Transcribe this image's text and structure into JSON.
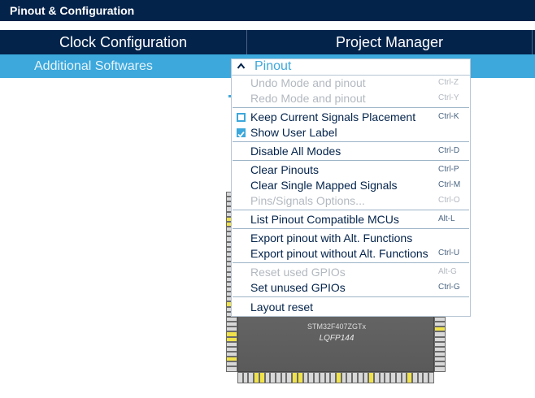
{
  "title": "Pinout & Configuration",
  "tabs": [
    {
      "label": "Clock Configuration"
    },
    {
      "label": "Project Manager"
    }
  ],
  "subbar": {
    "item": "Additional Softwares"
  },
  "chip": {
    "name": "STM32F407ZGTx",
    "package": "LQFP144"
  },
  "menu": {
    "title": "Pinout",
    "items": [
      {
        "label": "Undo Mode and pinout",
        "shortcut": "Ctrl-Z",
        "enabled": false
      },
      {
        "label": "Redo Mode and pinout",
        "shortcut": "Ctrl-Y",
        "enabled": false
      },
      {
        "label": "Keep Current Signals Placement",
        "shortcut": "Ctrl-K",
        "enabled": true,
        "checked": false
      },
      {
        "label": "Show User Label",
        "shortcut": "",
        "enabled": true,
        "checked": true
      },
      {
        "label": "Disable All Modes",
        "shortcut": "Ctrl-D",
        "enabled": true
      },
      {
        "label": "Clear Pinouts",
        "shortcut": "Ctrl-P",
        "enabled": true
      },
      {
        "label": "Clear Single Mapped Signals",
        "shortcut": "Ctrl-M",
        "enabled": true
      },
      {
        "label": "Pins/Signals Options...",
        "shortcut": "Ctrl-O",
        "enabled": false
      },
      {
        "label": "List Pinout Compatible MCUs",
        "shortcut": "Alt-L",
        "enabled": true
      },
      {
        "label": "Export pinout with Alt. Functions",
        "shortcut": "",
        "enabled": true
      },
      {
        "label": "Export pinout without Alt. Functions",
        "shortcut": "Ctrl-U",
        "enabled": true
      },
      {
        "label": "Reset used GPIOs",
        "shortcut": "Alt-G",
        "enabled": false
      },
      {
        "label": "Set unused GPIOs",
        "shortcut": "Ctrl-G",
        "enabled": true
      },
      {
        "label": "Layout reset",
        "shortcut": "",
        "enabled": true
      }
    ]
  },
  "colors": {
    "header": "#03234b",
    "accent": "#3ca8dc",
    "text": "#03234b",
    "disabled": "#b3b9c0"
  }
}
